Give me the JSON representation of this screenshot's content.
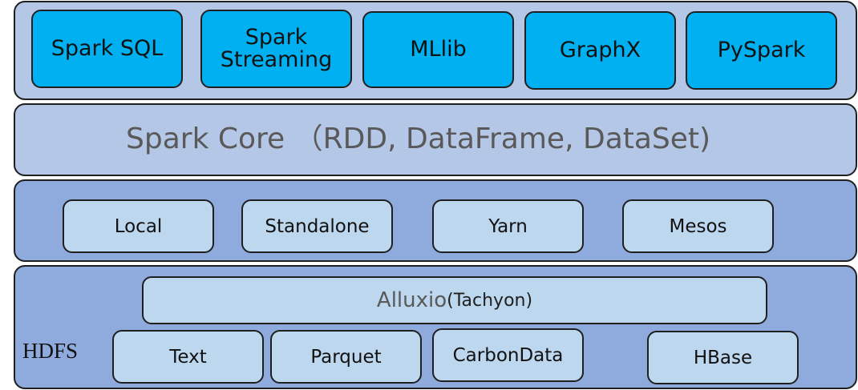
{
  "libraries": [
    {
      "label": "Spark SQL"
    },
    {
      "label": "Spark\nStreaming"
    },
    {
      "label": "MLlib"
    },
    {
      "label": "GraphX"
    },
    {
      "label": "PySpark"
    }
  ],
  "core": {
    "title": "Spark Core （RDD, DataFrame, DataSet)"
  },
  "cluster_managers": [
    {
      "label": "Local"
    },
    {
      "label": "Standalone"
    },
    {
      "label": "Yarn"
    },
    {
      "label": "Mesos"
    }
  ],
  "storage": {
    "hdfs_label": "HDFS",
    "alluxio_main": "Alluxio",
    "alluxio_sub": "(Tachyon)",
    "formats": [
      {
        "label": "Text"
      },
      {
        "label": "Parquet"
      },
      {
        "label": "CarbonData"
      },
      {
        "label": "HBase"
      }
    ]
  },
  "colors": {
    "library_fill": "#00b0f0",
    "light_layer": "#b4c7e7",
    "dark_layer": "#8faadc",
    "inner_box": "#bdd7ee"
  }
}
